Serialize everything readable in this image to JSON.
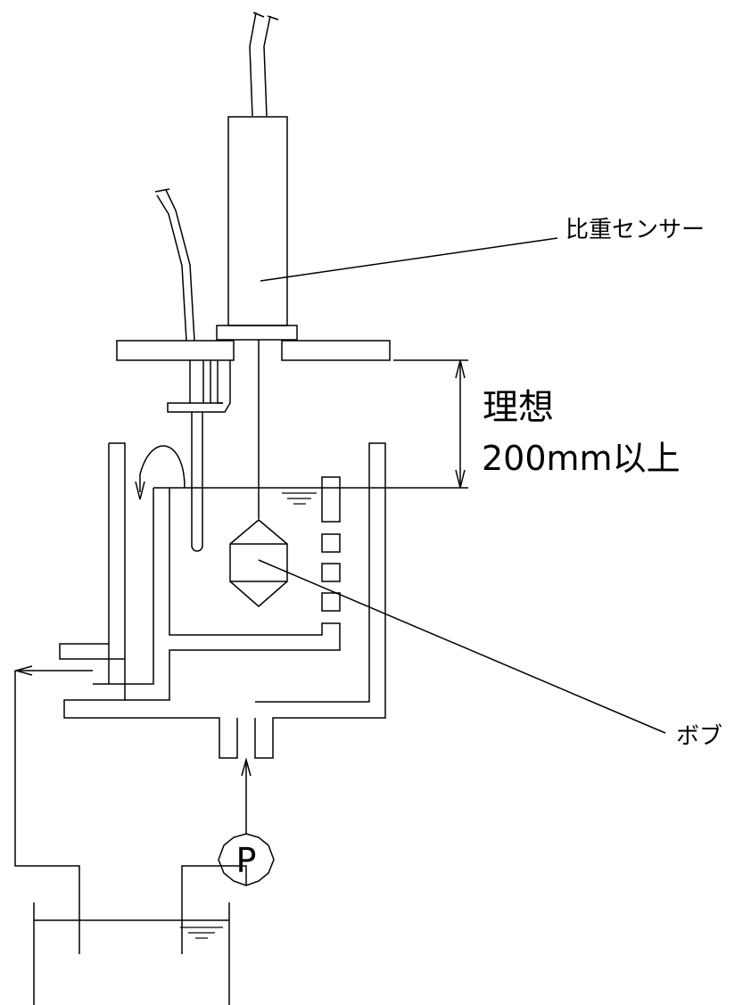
{
  "labels": {
    "sensor": "比重センサー",
    "ideal": "理想",
    "distance": "200mm以上",
    "bob": "ボブ",
    "pump": "P"
  },
  "colors": {
    "line": "#000000",
    "background": "#ffffff"
  }
}
